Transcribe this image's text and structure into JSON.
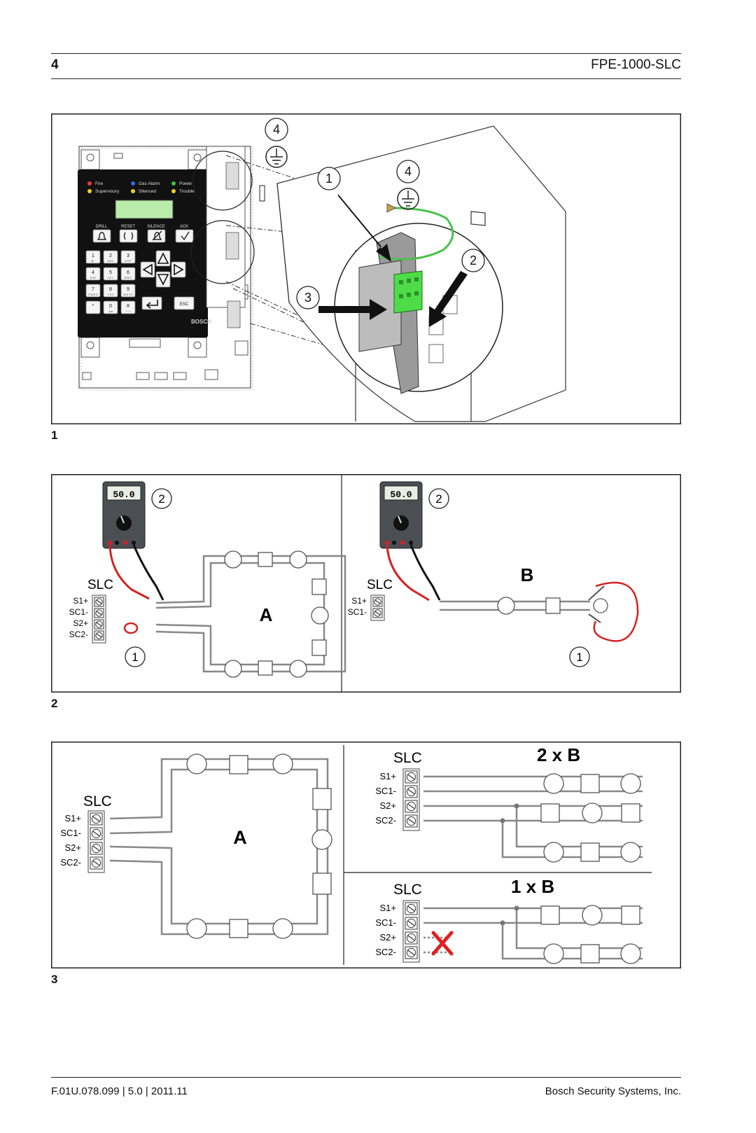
{
  "header": {
    "page_number": "4",
    "product": "FPE-1000-SLC"
  },
  "figures": [
    {
      "label": "1",
      "callouts": [
        "4",
        "1",
        "4",
        "2",
        "3"
      ],
      "panel": {
        "leds": [
          "Fire",
          "Gas Alarm",
          "Power",
          "Supervisory",
          "Silenced",
          "Trouble"
        ],
        "led_colors": [
          "#e23b3b",
          "#2a6fe0",
          "#39c43f",
          "#f1d21c",
          "#f1d21c",
          "#f1d21c"
        ],
        "buttons": [
          "DRILL",
          "RESET",
          "SILENCE",
          "ACK"
        ],
        "keys": [
          {
            "n": "1",
            "s": "@ ."
          },
          {
            "n": "2",
            "s": "A B C"
          },
          {
            "n": "3",
            "s": "D E F"
          },
          {
            "n": "4",
            "s": "G H I"
          },
          {
            "n": "5",
            "s": "J K L"
          },
          {
            "n": "6",
            "s": "M N O"
          },
          {
            "n": "7",
            "s": "P Q R S"
          },
          {
            "n": "8",
            "s": "T U V"
          },
          {
            "n": "9",
            "s": "W X Y Z"
          },
          {
            "n": "*",
            "s": ", - ,"
          },
          {
            "n": "0",
            "s": "A/a"
          },
          {
            "n": "#",
            "s": "/ : +"
          }
        ],
        "esc_label": "ESC",
        "brand": "BOSCH"
      }
    },
    {
      "label": "2",
      "meter_reading": "50.0",
      "left": {
        "slc_title": "SLC",
        "terminals": [
          "S1+",
          "SC1-",
          "S2+",
          "SC2-"
        ],
        "loop_letter": "A",
        "callouts": [
          "2",
          "1"
        ]
      },
      "right": {
        "slc_title": "SLC",
        "terminals": [
          "S1+",
          "SC1-"
        ],
        "loop_letter": "B",
        "callouts": [
          "2",
          "1"
        ]
      }
    },
    {
      "label": "3",
      "left": {
        "slc_title": "SLC",
        "terminals": [
          "S1+",
          "SC1-",
          "S2+",
          "SC2-"
        ],
        "loop_letter": "A"
      },
      "top_right": {
        "slc_title": "SLC",
        "heading": "2 x B",
        "terminals": [
          "S1+",
          "SC1-",
          "S2+",
          "SC2-"
        ]
      },
      "bottom_right": {
        "slc_title": "SLC",
        "heading": "1 x B",
        "terminals": [
          "S1+",
          "SC1-",
          "S2+",
          "SC2-"
        ]
      }
    }
  ],
  "footer": {
    "doc_ref": "F.01U.078.099 | 5.0 | 2011.11",
    "company": "Bosch Security Systems, Inc."
  }
}
